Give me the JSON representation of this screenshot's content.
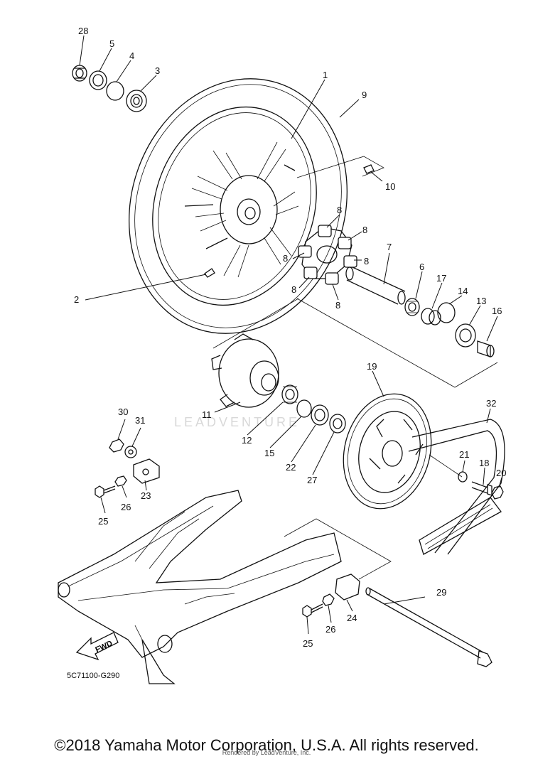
{
  "diagram": {
    "code": "5C71100-G290",
    "watermark": "LEADVENTURE",
    "fwd_label": "FWD",
    "callouts": {
      "c28": "28",
      "c5": "5",
      "c4": "4",
      "c3": "3",
      "c1": "1",
      "c9": "9",
      "c10": "10",
      "c2": "2",
      "c8a": "8",
      "c8b": "8",
      "c8c": "8",
      "c8d": "8",
      "c8e": "8",
      "c8f": "8",
      "c7": "7",
      "c6": "6",
      "c17": "17",
      "c14": "14",
      "c13": "13",
      "c16": "16",
      "c19": "19",
      "c11": "11",
      "c12": "12",
      "c15": "15",
      "c22": "22",
      "c27": "27",
      "c30": "30",
      "c31": "31",
      "c32": "32",
      "c21": "21",
      "c18": "18",
      "c20": "20",
      "c26a": "26",
      "c23": "23",
      "c25a": "25",
      "c29": "29",
      "c24": "24",
      "c26b": "26",
      "c25b": "25"
    }
  },
  "footer": {
    "copyright": "©2018 Yamaha Motor Corporation, U.S.A. All rights reserved.",
    "rendered_by": "Rendered by LeadVenture, Inc."
  }
}
